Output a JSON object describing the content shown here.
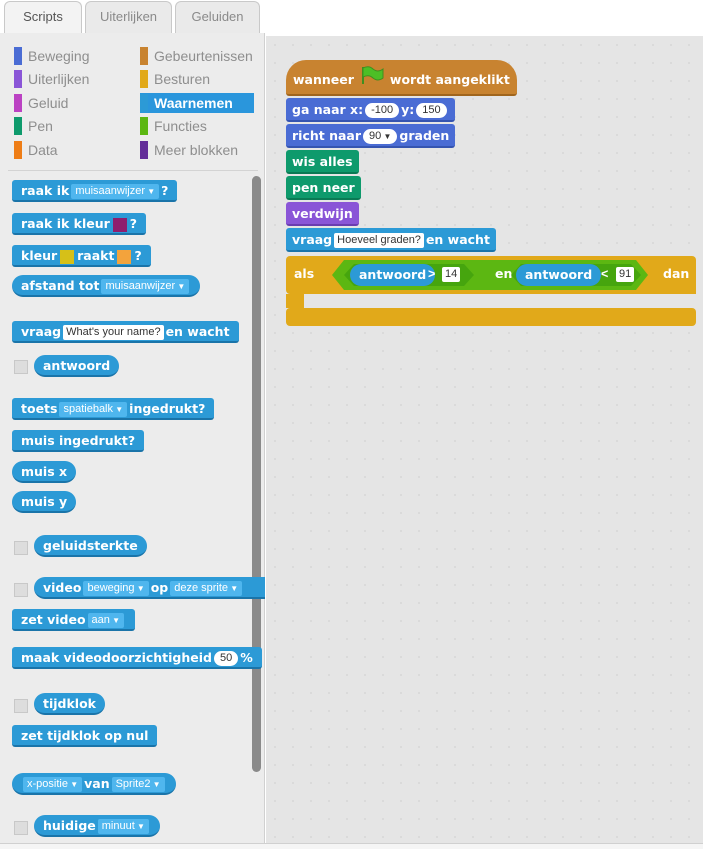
{
  "tabs": [
    "Scripts",
    "Uiterlijken",
    "Geluiden"
  ],
  "categories": {
    "left": [
      {
        "label": "Beweging",
        "color": "#4a6cd4"
      },
      {
        "label": "Uiterlijken",
        "color": "#8a55d7"
      },
      {
        "label": "Geluid",
        "color": "#bb42c3"
      },
      {
        "label": "Pen",
        "color": "#0e9a6c"
      },
      {
        "label": "Data",
        "color": "#ee7d16"
      }
    ],
    "right": [
      {
        "label": "Gebeurtenissen",
        "color": "#c88330"
      },
      {
        "label": "Besturen",
        "color": "#e1a91a"
      },
      {
        "label": "Waarnemen",
        "color": "#2c9ad6"
      },
      {
        "label": "Functies",
        "color": "#5cb712"
      },
      {
        "label": "Meer blokken",
        "color": "#632d99"
      }
    ]
  },
  "palette": {
    "touching": {
      "text": "raak ik",
      "menu": "muisaanwijzer",
      "end": "?"
    },
    "touching_color": {
      "text": "raak ik kleur",
      "color": "#8e1e6e",
      "end": "?"
    },
    "color_touching": {
      "text1": "kleur",
      "color1": "#d6c018",
      "text2": "raakt",
      "color2": "#f3a33c",
      "end": "?"
    },
    "distance": {
      "text": "afstand tot",
      "menu": "muisaanwijzer"
    },
    "ask": {
      "text1": "vraag",
      "input": "What's your name?",
      "text2": "en wacht"
    },
    "answer": "antwoord",
    "key_pressed": {
      "text1": "toets",
      "menu": "spatiebalk",
      "text2": "ingedrukt?"
    },
    "mouse_down": "muis ingedrukt?",
    "mouse_x": "muis x",
    "mouse_y": "muis y",
    "loudness": "geluidsterkte",
    "video": {
      "text1": "video",
      "menu1": "beweging",
      "text2": "op",
      "menu2": "deze sprite"
    },
    "turn_video": {
      "text": "zet video",
      "menu": "aan"
    },
    "video_transparency": {
      "text": "maak videodoorzichtigheid",
      "value": "50",
      "unit": "%"
    },
    "timer": "tijdklok",
    "reset_timer": "zet tijdklok op nul",
    "of": {
      "menu1": "x-positie",
      "text": "van",
      "menu2": "Sprite2"
    },
    "current": {
      "text": "huidige",
      "menu": "minuut"
    }
  },
  "script": {
    "hat": {
      "text1": "wanneer",
      "text2": "wordt aangeklikt"
    },
    "goto": {
      "text1": "ga naar x:",
      "x": "-100",
      "text2": "y:",
      "y": "150"
    },
    "point": {
      "text1": "richt naar",
      "value": "90",
      "text2": "graden"
    },
    "clear": "wis alles",
    "pen_down": "pen neer",
    "hide": "verdwijn",
    "ask": {
      "text1": "vraag",
      "input": "Hoeveel graden?",
      "text2": "en wacht"
    },
    "if": {
      "text1": "als",
      "reporter1": "antwoord",
      "op1": ">",
      "val1": "14",
      "and": "en",
      "reporter2": "antwoord",
      "op2": "<",
      "val2": "91",
      "text2": "dan"
    }
  }
}
